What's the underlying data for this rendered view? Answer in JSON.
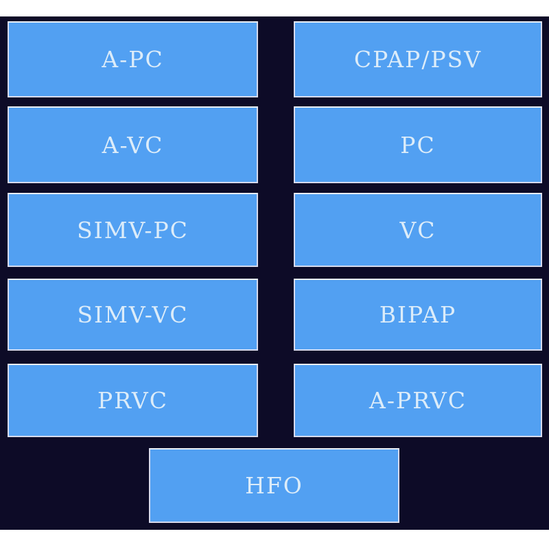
{
  "colors": {
    "page_background": "#ffffff",
    "panel_background": "#0d0b27",
    "button_fill": "#52a0f2",
    "button_border": "#d7dbee",
    "button_text": "#dcecf9"
  },
  "modes": {
    "left_column": [
      "A-PC",
      "A-VC",
      "SIMV-PC",
      "SIMV-VC",
      "PRVC"
    ],
    "right_column": [
      "CPAP/PSV",
      "PC",
      "VC",
      "BIPAP",
      "A-PRVC"
    ],
    "bottom": "HFO"
  }
}
